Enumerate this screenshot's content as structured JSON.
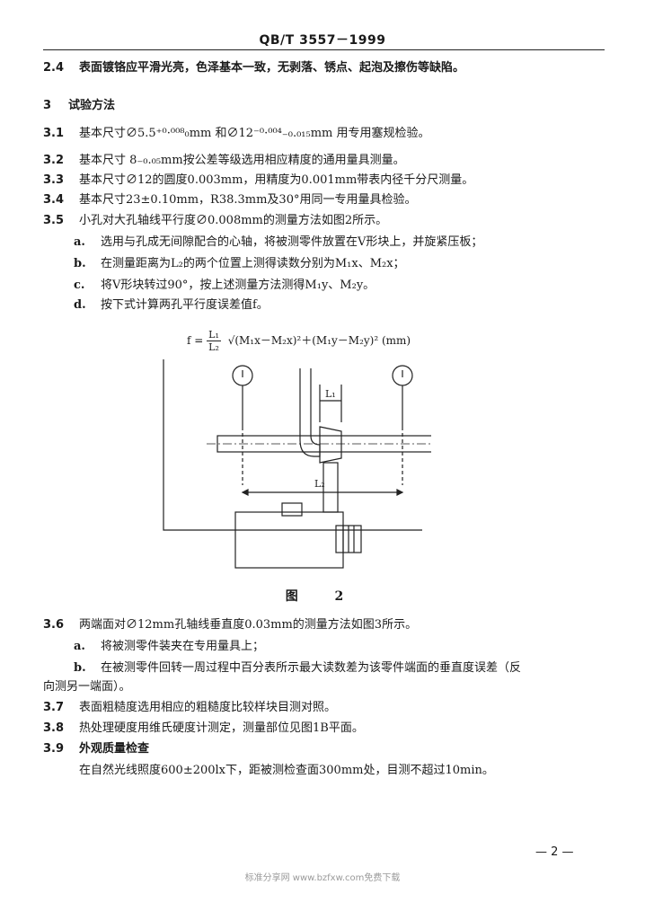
{
  "header": {
    "code": "QB/T 3557－1999"
  },
  "items": {
    "i2_4": {
      "num": "2.4",
      "text": "表面镀铬应平滑光亮，色泽基本一致，无剥落、锈点、起泡及擦伤等缺陷。"
    },
    "s3": {
      "num": "3",
      "text": "试验方法"
    },
    "i3_1": {
      "num": "3.1",
      "text": "基本尺寸∅5.5⁺⁰·⁰⁰⁸₀mm 和∅12⁻⁰·⁰⁰⁴₋₀.₀₁₅mm 用专用塞规检验。"
    },
    "i3_2": {
      "num": "3.2",
      "text": "基本尺寸 8₋₀.₀₅mm按公差等级选用相应精度的通用量具测量。"
    },
    "i3_3": {
      "num": "3.3",
      "text": "基本尺寸∅12的圆度0.003mm，用精度为0.001mm带表内径千分尺测量。"
    },
    "i3_4": {
      "num": "3.4",
      "text": "基本尺寸23±0.10mm，R38.3mm及30°用同一专用量具检验。"
    },
    "i3_5": {
      "num": "3.5",
      "text": "小孔对大孔轴线平行度∅0.008mm的测量方法如图2所示。"
    },
    "i3_5a": {
      "num": "a.",
      "text": "选用与孔成无间隙配合的心轴，将被测零件放置在V形块上，并旋紧压板；"
    },
    "i3_5b": {
      "num": "b.",
      "text": "在测量距离为L₂的两个位置上测得读数分别为M₁x、M₂x；"
    },
    "i3_5c": {
      "num": "c.",
      "text": "将V形块转过90°，按上述测量方法测得M₁y、M₂y。"
    },
    "i3_5d": {
      "num": "d.",
      "text": "按下式计算两孔平行度误差值f。"
    },
    "i3_6": {
      "num": "3.6",
      "text": "两端面对∅12mm孔轴线垂直度0.03mm的测量方法如图3所示。"
    },
    "i3_6a": {
      "num": "a.",
      "text": "将被测零件装夹在专用量具上；"
    },
    "i3_6b": {
      "num": "b.",
      "text": "在被测零件回转一周过程中百分表所示最大读数差为该零件端面的垂直度误差（反"
    },
    "i3_6b_cont": {
      "text": "向测另一端面）。"
    },
    "i3_7": {
      "num": "3.7",
      "text": "表面粗糙度选用相应的粗糙度比较样块目测对照。"
    },
    "i3_8": {
      "num": "3.8",
      "text": "热处理硬度用维氏硬度计测定，测量部位见图1B平面。"
    },
    "i3_9": {
      "num": "3.9",
      "text": "外观质量检查"
    },
    "i3_9_body": {
      "text": "在自然光线照度600±200lx下，距被测检查面300mm处，目测不超过10min。"
    }
  },
  "formula": {
    "lhs": "f =",
    "frac_num": "L₁",
    "frac_den": "L₂",
    "rhs": "√(M₁x－M₂x)²＋(M₁y－M₂y)² (mm)"
  },
  "figure": {
    "label_l1": "L₁",
    "label_l2": "L₂",
    "caption": "图 2"
  },
  "page_number": "— 2 —",
  "watermark": "标准分享网 www.bzfxw.com免费下载"
}
